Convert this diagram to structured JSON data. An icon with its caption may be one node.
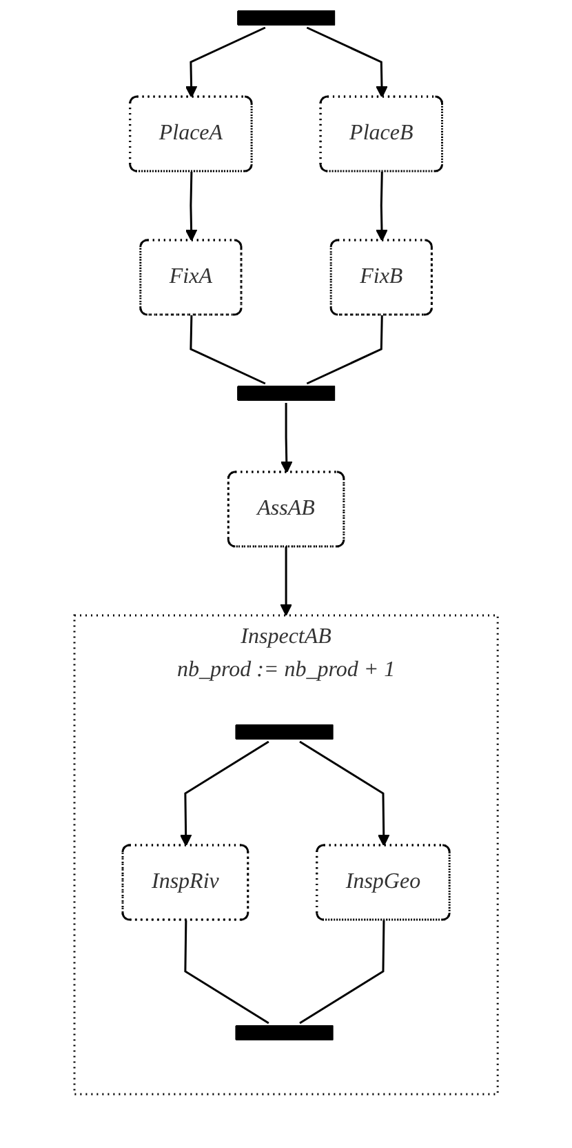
{
  "diagram": {
    "nodes": [
      {
        "text": [],
        "shape": "bar"
      },
      {
        "text": [
          "PlaceA"
        ]
      },
      {
        "text": [
          "PlaceB"
        ]
      },
      {
        "text": [
          "FixA"
        ]
      },
      {
        "text": [
          "FixB"
        ]
      },
      {
        "text": [],
        "shape": "bar"
      },
      {
        "text": [
          "AssAB"
        ]
      },
      {
        "text": [
          "InspectAB",
          "nb_prod := nb_prod + 1"
        ]
      },
      {
        "text": [],
        "shape": "bar",
        "in": 7
      },
      {
        "text": [
          "InspRiv"
        ],
        "in": 7
      },
      {
        "text": [
          "InspGeo"
        ],
        "in": 7
      },
      {
        "text": [],
        "shape": "bar",
        "in": 7
      }
    ],
    "edges": [
      {
        "from": 0,
        "to": 1,
        "arrow": "to"
      },
      {
        "from": 0,
        "to": 2,
        "arrow": "to"
      },
      {
        "from": 1,
        "to": 3,
        "arrow": "to"
      },
      {
        "from": 2,
        "to": 4,
        "arrow": "to"
      },
      {
        "from": 3,
        "to": 5,
        "arrow": "none"
      },
      {
        "from": 4,
        "to": 5,
        "arrow": "none"
      },
      {
        "from": 5,
        "to": 6,
        "arrow": "to"
      },
      {
        "from": 6,
        "to": 7,
        "arrow": "to"
      },
      {
        "from": 8,
        "to": 9,
        "arrow": "to"
      },
      {
        "from": 8,
        "to": 10,
        "arrow": "to"
      },
      {
        "from": 9,
        "to": 11,
        "arrow": "none"
      },
      {
        "from": 10,
        "to": 11,
        "arrow": "none"
      }
    ]
  }
}
